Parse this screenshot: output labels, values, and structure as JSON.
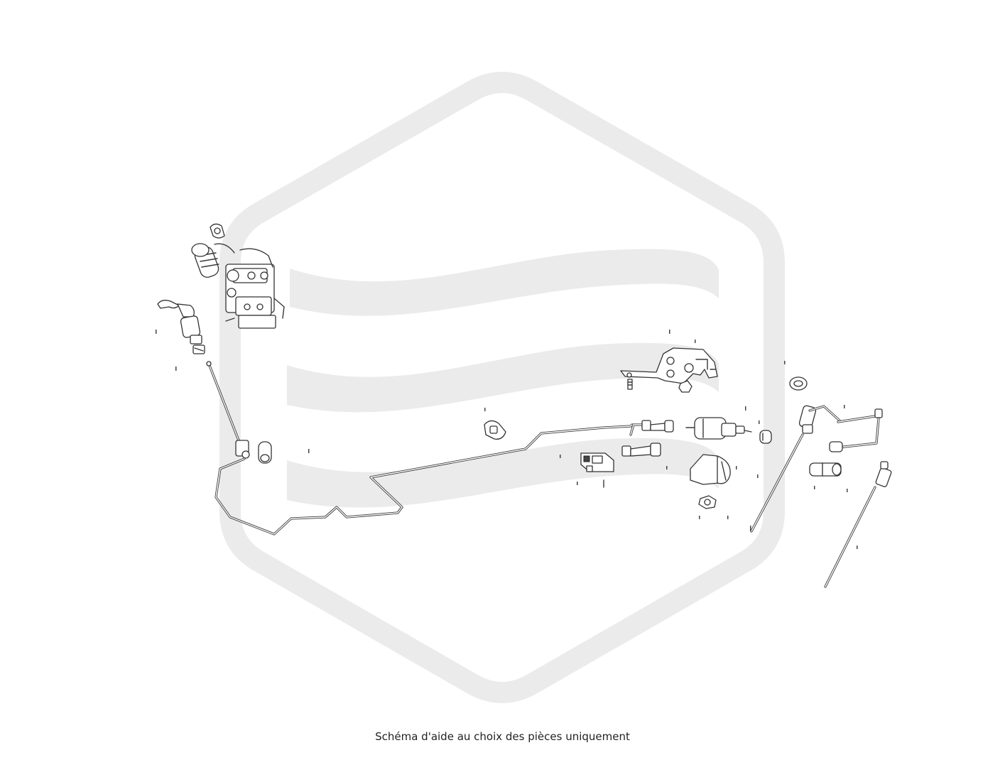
{
  "caption": "Schéma d'aide au choix des pièces uniquement",
  "watermark": {
    "icon": "hexagon-waves-logo",
    "color": "#ebebeb"
  },
  "diagram": {
    "subject": "exploded parts drawing (line art)",
    "line_color": "#333333"
  }
}
